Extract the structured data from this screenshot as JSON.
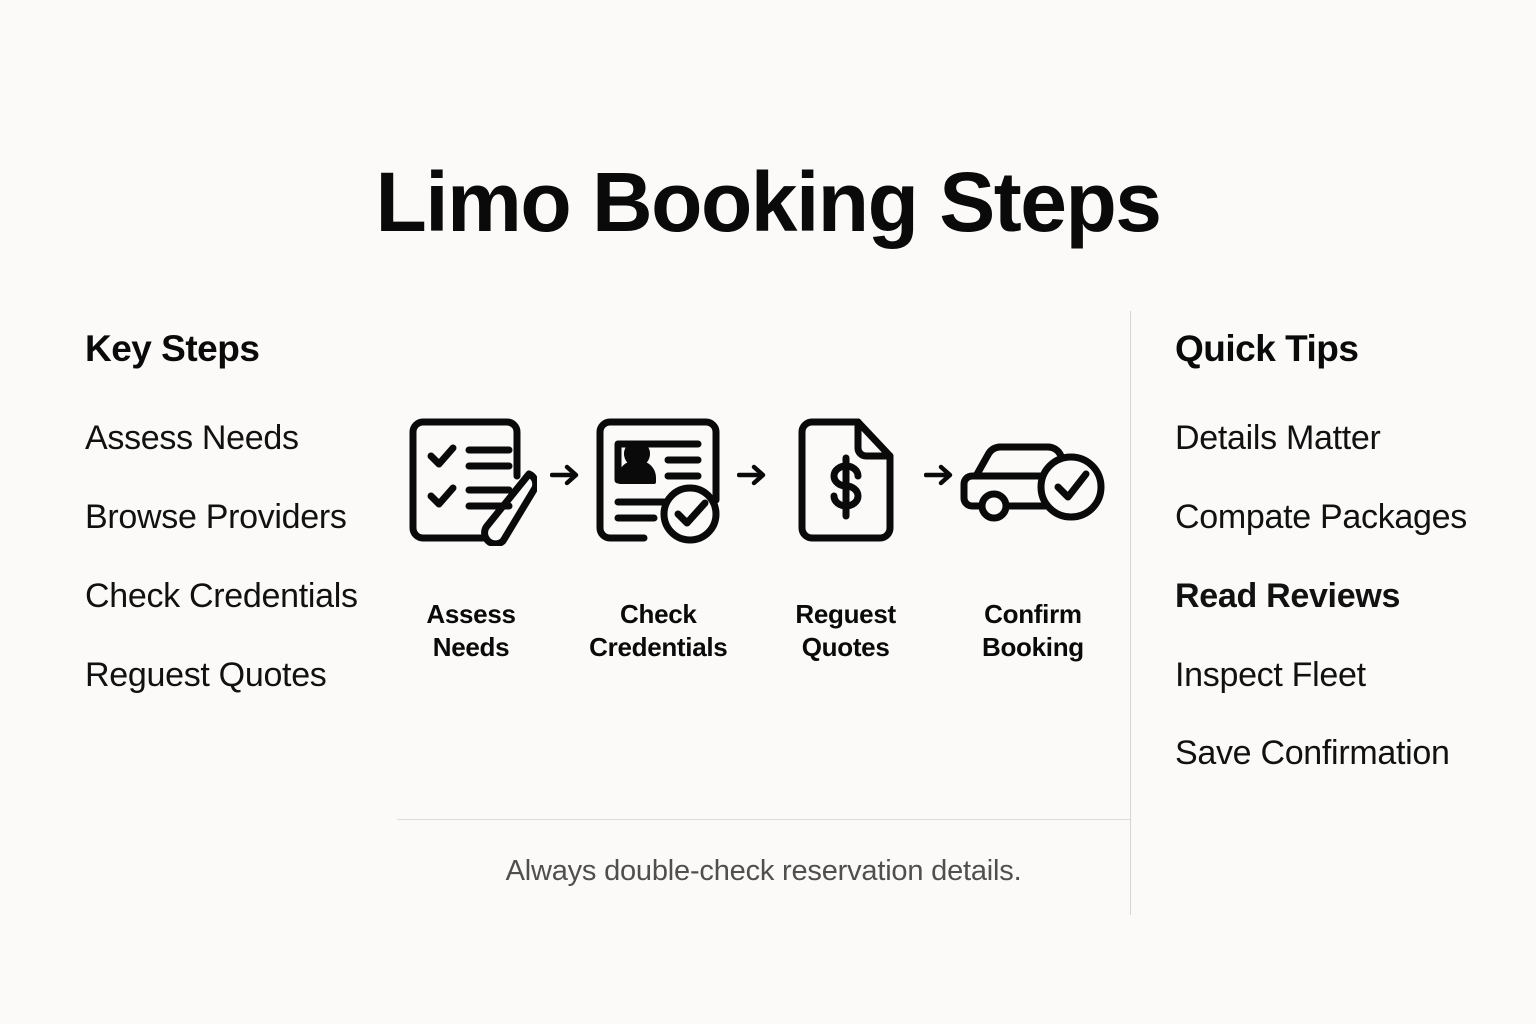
{
  "page": {
    "title": "Limo Booking Steps",
    "background_color": "#fbfaf8",
    "text_color": "#0d0d0d",
    "muted_text_color": "#4f4f4f",
    "divider_color": "#d6d6d3"
  },
  "left_column": {
    "heading": "Key Steps",
    "items": [
      {
        "label": "Assess Needs",
        "emphasis": false
      },
      {
        "label": "Browse Providers",
        "emphasis": false
      },
      {
        "label": "Check Credentials",
        "emphasis": false
      },
      {
        "label": "Reguest Quotes",
        "emphasis": false
      }
    ]
  },
  "right_column": {
    "heading": "Quick Tips",
    "items": [
      {
        "label": "Details Matter",
        "emphasis": false
      },
      {
        "label": "Compate Packages",
        "emphasis": false
      },
      {
        "label": "Read Reviews",
        "emphasis": true
      },
      {
        "label": "Inspect Fleet",
        "emphasis": false
      },
      {
        "label": "Save Confirmation",
        "emphasis": false
      }
    ]
  },
  "flow": {
    "arrow_glyph": "→",
    "steps": [
      {
        "icon": "checklist-pencil-icon",
        "line1": "Assess",
        "line2": "Needs"
      },
      {
        "icon": "id-card-verified-icon",
        "line1": "Check",
        "line2": "Credentials"
      },
      {
        "icon": "dollar-document-icon",
        "line1": "Reguest",
        "line2": "Quotes"
      },
      {
        "icon": "car-verified-icon",
        "line1": "Confirm",
        "line2": "Booking"
      }
    ]
  },
  "footnote": {
    "text": "Always double-check reservation details."
  }
}
